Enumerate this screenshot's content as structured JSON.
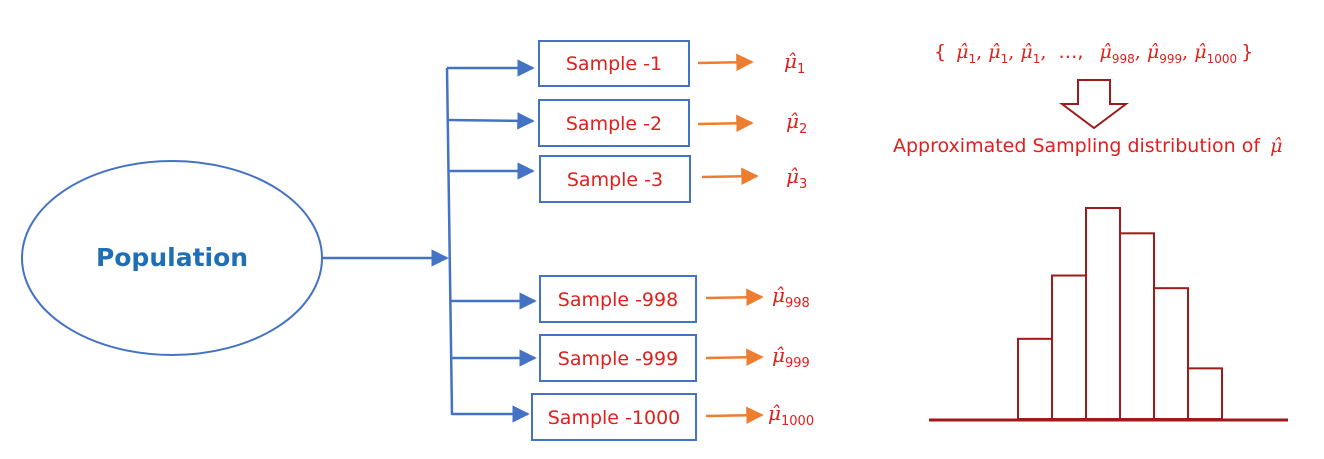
{
  "population": {
    "label": "Population"
  },
  "samples": [
    {
      "label": "Sample -1",
      "estimate_sub": "1"
    },
    {
      "label": "Sample -2",
      "estimate_sub": "2"
    },
    {
      "label": "Sample -3",
      "estimate_sub": "3"
    },
    {
      "label": "Sample -998",
      "estimate_sub": "998"
    },
    {
      "label": "Sample -999",
      "estimate_sub": "999"
    },
    {
      "label": "Sample -1000",
      "estimate_sub": "1000"
    }
  ],
  "estimate_symbol": "μ̂",
  "estimate_set": {
    "open_brace": "{",
    "close_brace": "}",
    "ellipsis": "…,",
    "items_subs": [
      "1",
      "1",
      "1",
      "998",
      "999",
      "1000"
    ]
  },
  "caption": {
    "text": "Approximated Sampling distribution of",
    "symbol": "μ̂"
  },
  "histogram": {
    "relative_heights": [
      0.38,
      0.68,
      1.0,
      0.88,
      0.62,
      0.24
    ]
  },
  "colors": {
    "blue": "#4472c4",
    "population_text": "#1f6fb7",
    "red": "#e0201d",
    "dark_red": "#a01a1a",
    "orange": "#ed7d31"
  }
}
